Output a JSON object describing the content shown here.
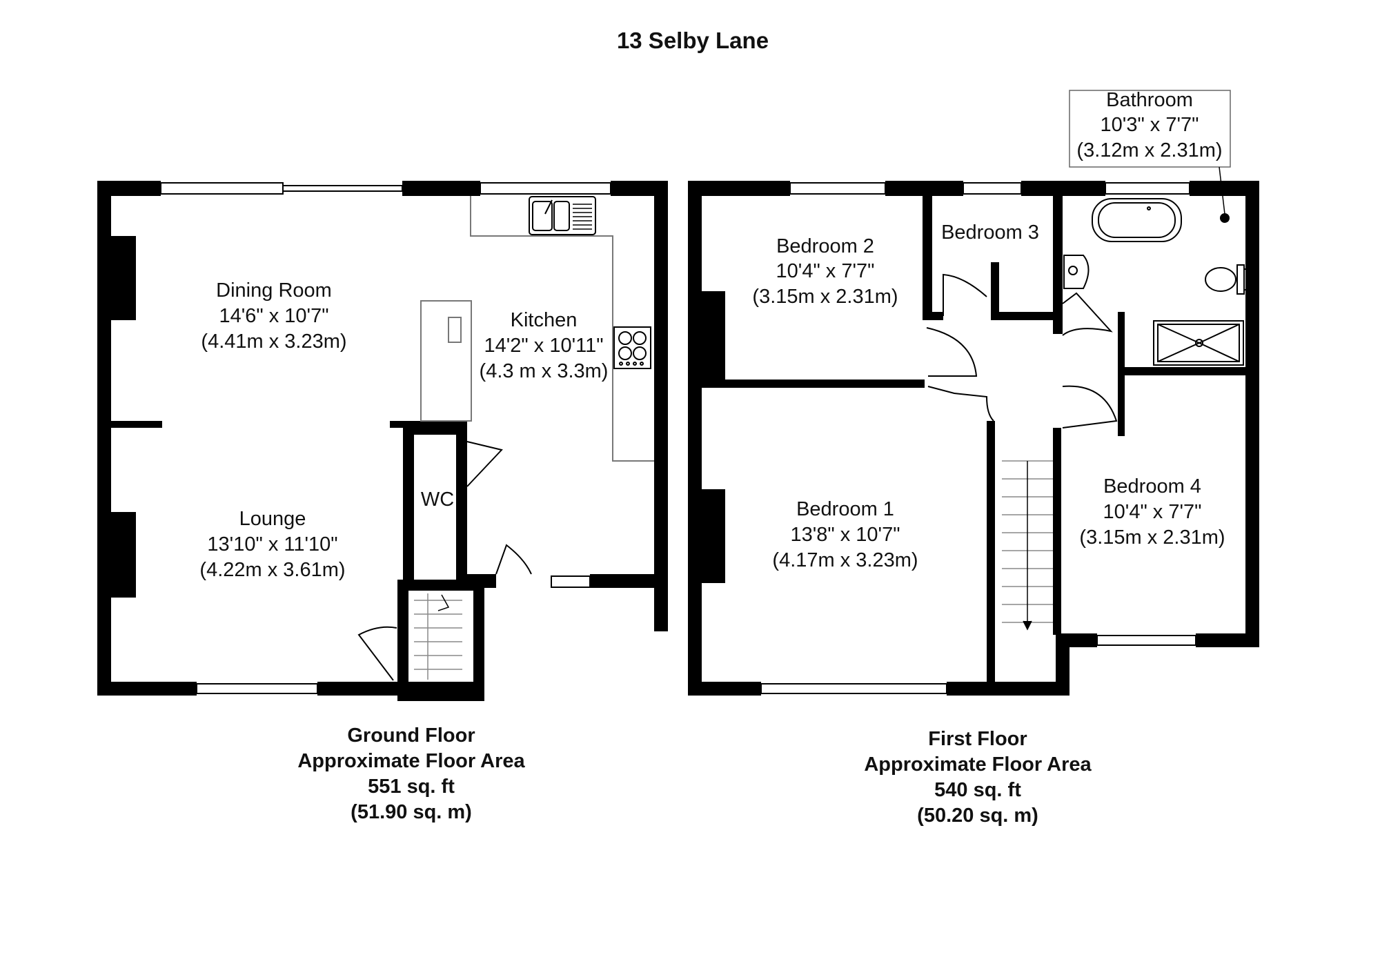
{
  "title": "13 Selby Lane",
  "ground_floor": {
    "rooms": {
      "dining_room": {
        "name": "Dining Room",
        "imperial": "14'6\" x 10'7\"",
        "metric": "(4.41m x 3.23m)"
      },
      "kitchen": {
        "name": "Kitchen",
        "imperial": "14'2\" x 10'11\"",
        "metric": "(4.3 m x 3.3m)"
      },
      "lounge": {
        "name": "Lounge",
        "imperial": "13'10\" x 11'10\"",
        "metric": "(4.22m x 3.61m)"
      },
      "wc": {
        "name": "WC"
      }
    },
    "area": {
      "label": "Ground Floor",
      "line2": "Approximate Floor Area",
      "sqft": "551 sq. ft",
      "sqm": "(51.90 sq. m)"
    }
  },
  "first_floor": {
    "rooms": {
      "bathroom": {
        "name": "Bathroom",
        "imperial": "10'3\" x 7'7\"",
        "metric": "(3.12m x 2.31m)"
      },
      "bedroom_2": {
        "name": "Bedroom 2",
        "imperial": "10'4\" x 7'7\"",
        "metric": "(3.15m x 2.31m)"
      },
      "bedroom_3": {
        "name": "Bedroom 3"
      },
      "bedroom_1": {
        "name": "Bedroom 1",
        "imperial": "13'8\" x 10'7\"",
        "metric": "(4.17m x 3.23m)"
      },
      "bedroom_4": {
        "name": "Bedroom 4",
        "imperial": "10'4\" x 7'7\"",
        "metric": "(3.15m x 2.31m)"
      }
    },
    "area": {
      "label": "First Floor",
      "line2": "Approximate Floor Area",
      "sqft": "540 sq. ft",
      "sqm": "(50.20 sq. m)"
    }
  }
}
